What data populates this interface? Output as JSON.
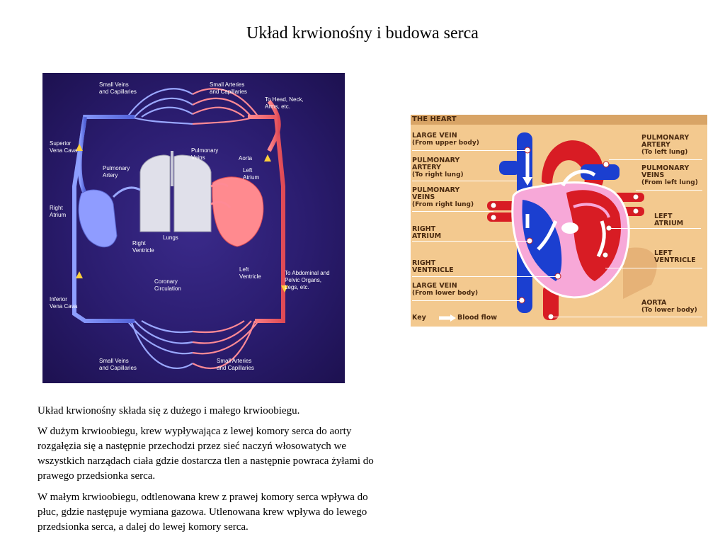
{
  "slide": {
    "title": "Układ krwionośny i budowa serca"
  },
  "circulation_figure": {
    "labels": {
      "small_veins_top": "Small Veins\nand Capillaries",
      "small_arteries_top": "Small Arteries\nand Capillaries",
      "head_neck_arms": "To Head, Neck,\nArms, etc.",
      "superior_vena_cava": "Superior\nVena Cava",
      "pulmonary_veins": "Pulmonary\nVeins",
      "aorta": "Aorta",
      "pulmonary_artery": "Pulmonary\nArtery",
      "left_atrium": "Left\nAtrium",
      "right_atrium": "Right\nAtrium",
      "lungs": "Lungs",
      "right_ventricle": "Right\nVentricle",
      "left_ventricle": "Left\nVentricle",
      "coronary_circulation": "Coronary\nCirculation",
      "abdominal": "To Abdominal and\nPelvic Organs,\nLegs, etc.",
      "inferior_vena_cava": "Inferior\nVena Cava",
      "small_veins_bottom": "Small Veins\nand Capillaries",
      "small_arteries_bottom": "Small Arteries\nand Capillaries"
    },
    "colors": {
      "vein": "#5b6fe0",
      "artery": "#e0505a",
      "background": "#2a1c6e"
    }
  },
  "heart_figure": {
    "title": "THE HEART",
    "labels": {
      "large_vein_upper": "LARGE VEIN",
      "large_vein_upper_sub": "(From upper body)",
      "pulmonary_artery_right": "PULMONARY\nARTERY",
      "pulmonary_artery_right_sub": "(To right lung)",
      "pulmonary_veins_right": "PULMONARY\nVEINS",
      "pulmonary_veins_right_sub": "(From right lung)",
      "right_atrium": "RIGHT\nATRIUM",
      "right_ventricle": "RIGHT\nVENTRICLE",
      "large_vein_lower": "LARGE VEIN",
      "large_vein_lower_sub": "(From lower body)",
      "pulmonary_artery_left": "PULMONARY\nARTERY",
      "pulmonary_artery_left_sub": "(To left lung)",
      "pulmonary_veins_left": "PULMONARY\nVEINS",
      "pulmonary_veins_left_sub": "(From left lung)",
      "left_atrium": "LEFT\nATRIUM",
      "left_ventricle": "LEFT\nVENTRICLE",
      "aorta": "AORTA",
      "aorta_sub": "(To lower body)",
      "key": "Key",
      "blood_flow": "Blood flow"
    },
    "colors": {
      "background": "#f3c98f",
      "blue": "#1b3fd0",
      "red": "#d81c24",
      "pink": "#f7a8d8"
    }
  },
  "text": {
    "p1": "Układ krwionośny składa się z dużego i małego krwioobiegu.",
    "p2": "W dużym krwioobiegu, krew wypływająca z lewej komory serca do aorty rozgałęzia się a następnie przechodzi przez sieć naczyń włosowatych we wszystkich narządach ciała gdzie dostarcza tlen a następnie powraca żyłami do prawego przedsionka serca.",
    "p3": "W małym krwioobiegu, odtlenowana krew z prawej komory serca wpływa do płuc, gdzie następuje wymiana gazowa. Utlenowana krew wpływa do lewego przedsionka serca, a dalej do lewej komory serca."
  }
}
